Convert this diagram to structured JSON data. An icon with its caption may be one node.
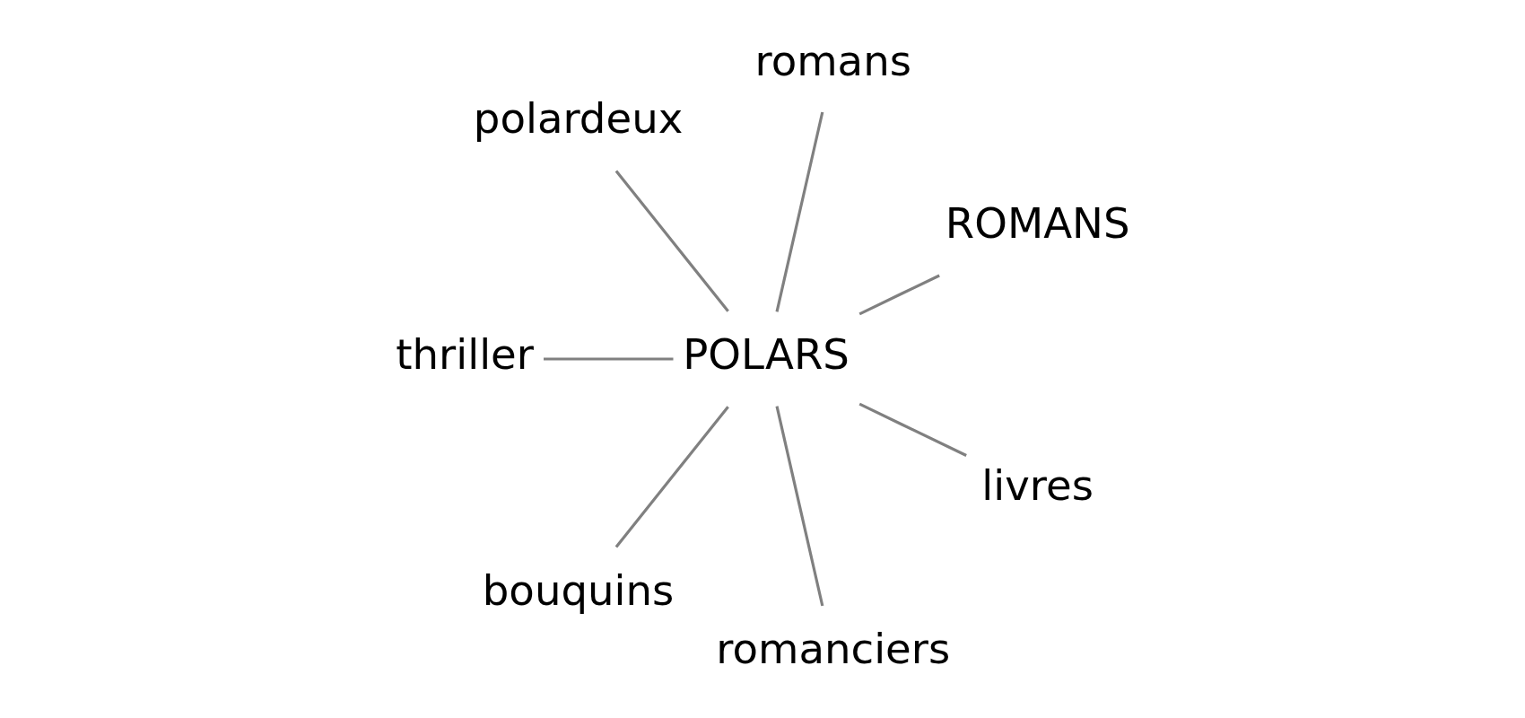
{
  "diagram": {
    "nodes": [
      {
        "text": [
          "ROMANS"
        ]
      },
      {
        "text": [
          "romans"
        ]
      },
      {
        "text": [
          "polardeux"
        ]
      },
      {
        "text": [
          "POLARS"
        ]
      },
      {
        "text": [
          "thriller"
        ]
      },
      {
        "text": [
          "bouquins"
        ]
      },
      {
        "text": [
          "romanciers"
        ]
      },
      {
        "text": [
          "livres"
        ]
      }
    ],
    "edges": [
      {
        "from": 3,
        "to": 0,
        "arrow": "none"
      },
      {
        "from": 3,
        "to": 2,
        "arrow": "none"
      },
      {
        "from": 3,
        "to": 5,
        "arrow": "none"
      },
      {
        "from": 3,
        "to": 7,
        "arrow": "none"
      },
      {
        "from": 3,
        "to": 6,
        "arrow": "none"
      },
      {
        "from": 3,
        "to": 4,
        "arrow": "none"
      },
      {
        "from": 3,
        "to": 1,
        "arrow": "none"
      }
    ]
  }
}
